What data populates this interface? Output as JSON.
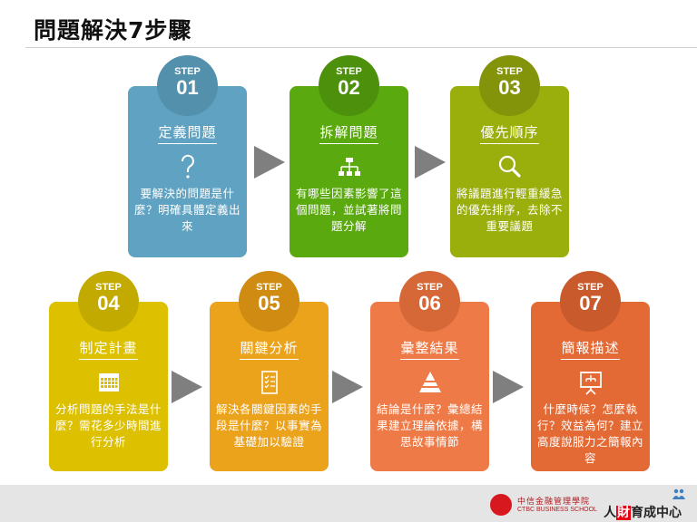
{
  "title": "問題解決7步驟",
  "steps": [
    {
      "label": "STEP",
      "number": "01",
      "heading": "定義問題",
      "icon": "question-icon",
      "desc": "要解決的問題是什麼？明確具體定義出來",
      "color": "#5fa2c1",
      "circle_color": "#5290ac"
    },
    {
      "label": "STEP",
      "number": "02",
      "heading": "拆解問題",
      "icon": "hierarchy-icon",
      "desc": "有哪些因素影響了這個問題，並試著將問題分解",
      "color": "#5aa90e",
      "circle_color": "#4d900c"
    },
    {
      "label": "STEP",
      "number": "03",
      "heading": "優先順序",
      "icon": "magnifier-icon",
      "desc": "將議題進行輕重緩急的優先排序，去除不重要議題",
      "color": "#9aae0c",
      "circle_color": "#83940a"
    },
    {
      "label": "STEP",
      "number": "04",
      "heading": "制定計畫",
      "icon": "calendar-icon",
      "desc": "分析問題的手法是什麼？需花多少時間進行分析",
      "color": "#ddc100",
      "circle_color": "#c3aa00"
    },
    {
      "label": "STEP",
      "number": "05",
      "heading": "關鍵分析",
      "icon": "checklist-icon",
      "desc": "解決各關鍵因素的手段是什麼？以事實為基礎加以驗證",
      "color": "#eca31c",
      "circle_color": "#cf8b12"
    },
    {
      "label": "STEP",
      "number": "06",
      "heading": "彙整結果",
      "icon": "pyramid-icon",
      "desc": "結論是什麼？彙總結果建立理論依據，構思故事情節",
      "color": "#ee7b47",
      "circle_color": "#d66838"
    },
    {
      "label": "STEP",
      "number": "07",
      "heading": "簡報描述",
      "icon": "presentation-board-icon",
      "desc": "什麼時候？怎麼執行？效益為何？建立高度說服力之簡報內容",
      "color": "#e46a35",
      "circle_color": "#c95a2b"
    }
  ],
  "footer": {
    "ctbc_cn": "中信金融管理學院",
    "ctbc_en": "CTBC BUSINESS SCHOOL",
    "hr_center": [
      "人",
      "財",
      "育成中心"
    ]
  }
}
